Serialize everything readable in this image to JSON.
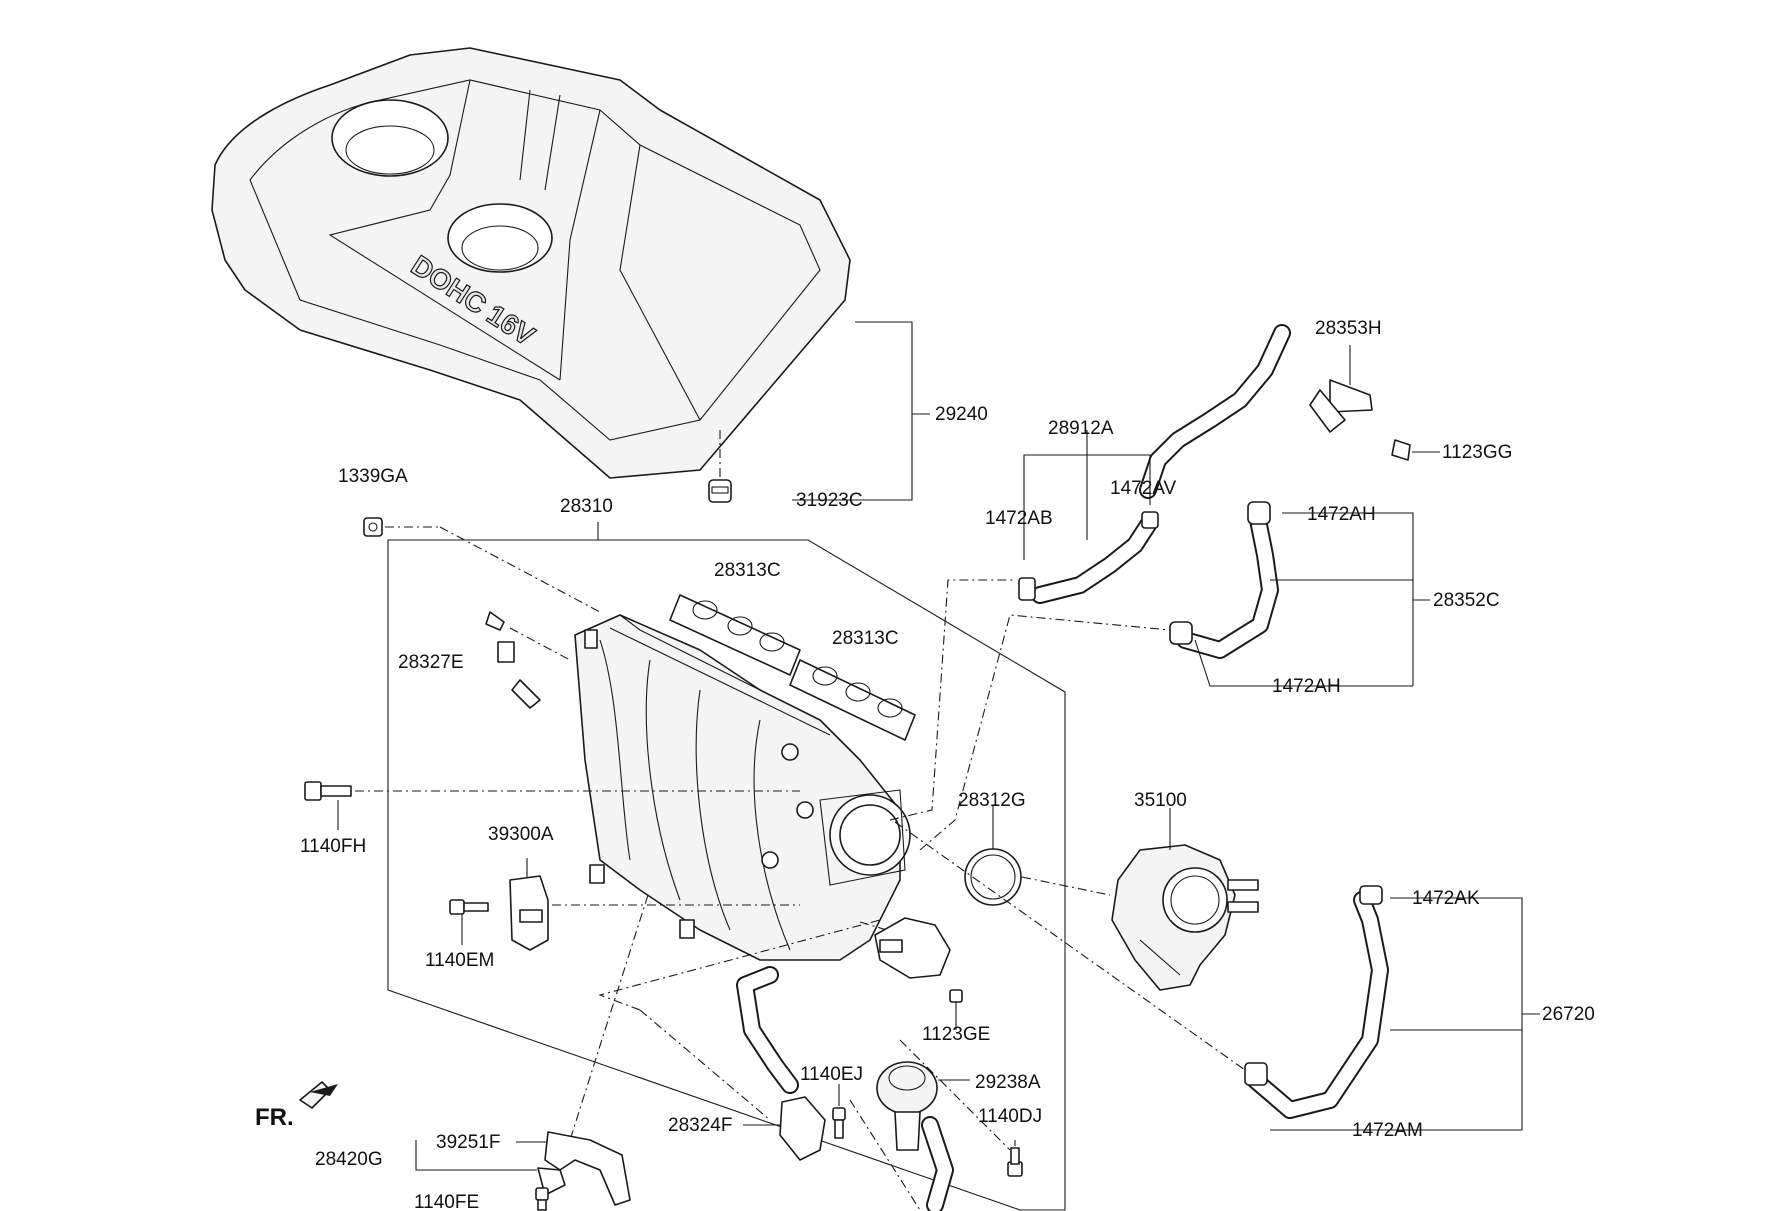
{
  "labels": {
    "p29240": "29240",
    "p31923C": "31923C",
    "p28912A": "28912A",
    "p1472AV": "1472AV",
    "p1472AB": "1472AB",
    "p28353H": "28353H",
    "p1123GG": "1123GG",
    "p1472AH_top": "1472AH",
    "p28352C": "28352C",
    "p1472AH_bottom": "1472AH",
    "p1339GA": "1339GA",
    "p28310": "28310",
    "p28313C_a": "28313C",
    "p28313C_b": "28313C",
    "p28327E": "28327E",
    "p1140FH": "1140FH",
    "p39300A": "39300A",
    "p1140EM": "1140EM",
    "p28312G": "28312G",
    "p35100": "35100",
    "p1472AK": "1472AK",
    "p26720": "26720",
    "p1123GE": "1123GE",
    "p1140EJ": "1140EJ",
    "p29238A": "29238A",
    "p28324F": "28324F",
    "p1140DJ": "1140DJ",
    "p1472AM": "1472AM",
    "p39251F": "39251F",
    "p28420G": "28420G",
    "p1140FE": "1140FE"
  },
  "emblem": "DOHC 16V",
  "direction_marker": "FR."
}
